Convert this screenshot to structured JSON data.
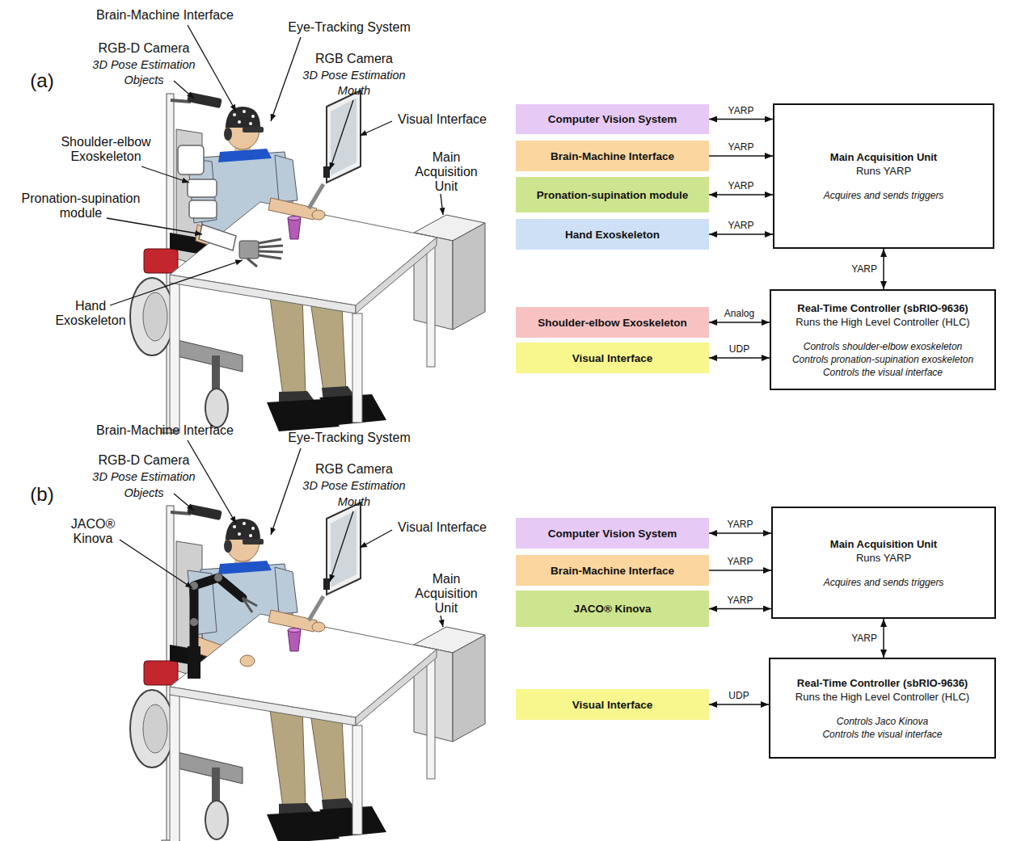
{
  "diagram": {
    "nodes": [
      {
        "text": [
          "Computer Vision System"
        ]
      },
      {
        "text": [
          "Brain-Machine Interface"
        ]
      },
      {
        "text": [
          "Pronation-supination module"
        ]
      },
      {
        "text": [
          "Hand Exoskeleton"
        ]
      },
      {
        "text": [
          "Main Acquisition Unit",
          "Runs YARP",
          "Acquires and sends triggers"
        ]
      },
      {
        "text": [
          "Shoulder-elbow Exoskeleton"
        ]
      },
      {
        "text": [
          "Visual Interface"
        ]
      },
      {
        "text": [
          "Real-Time Controller (sbRIO-9636)",
          "Runs the High Level Controller (HLC)",
          "Controls shoulder-elbow exoskeleton",
          "Controls pronation-supination exoskeleton",
          "Controls the visual interface"
        ]
      },
      {
        "text": [
          "Computer Vision System"
        ]
      },
      {
        "text": [
          "Brain-Machine Interface"
        ]
      },
      {
        "text": [
          "JACO® Kinova"
        ]
      },
      {
        "text": [
          "Main Acquisition Unit",
          "Runs YARP",
          "Acquires and sends triggers"
        ]
      },
      {
        "text": [
          "Visual Interface"
        ]
      },
      {
        "text": [
          "Real-Time Controller (sbRIO-9636)",
          "Runs the High Level Controller (HLC)",
          "Controls Jaco Kinova",
          "Controls the visual interface"
        ]
      }
    ],
    "edges": [
      {
        "from": 0,
        "to": 4,
        "arrow": "both",
        "label": "YARP"
      },
      {
        "from": 1,
        "to": 4,
        "arrow": "to",
        "label": "YARP"
      },
      {
        "from": 2,
        "to": 4,
        "arrow": "both",
        "label": "YARP"
      },
      {
        "from": 3,
        "to": 4,
        "arrow": "both",
        "label": "YARP"
      },
      {
        "from": 4,
        "to": 7,
        "arrow": "both",
        "label": "YARP"
      },
      {
        "from": 5,
        "to": 7,
        "arrow": "both",
        "label": "Analog"
      },
      {
        "from": 6,
        "to": 7,
        "arrow": "both",
        "label": "UDP"
      },
      {
        "from": 8,
        "to": 11,
        "arrow": "both",
        "label": "YARP"
      },
      {
        "from": 9,
        "to": 11,
        "arrow": "to",
        "label": "YARP"
      },
      {
        "from": 10,
        "to": 11,
        "arrow": "both",
        "label": "YARP"
      },
      {
        "from": 11,
        "to": 13,
        "arrow": "both",
        "label": "YARP"
      },
      {
        "from": 12,
        "to": 13,
        "arrow": "both",
        "label": "UDP"
      }
    ],
    "labels": [
      "(a)",
      "Brain-Machine Interface",
      "Eye-Tracking System",
      "RGB-D Camera",
      "3D Pose Estimation",
      "Objects",
      "RGB Camera",
      "3D Pose Estimation",
      "Mouth",
      "Visual Interface",
      "Shoulder-elbow Exoskeleton",
      "Pronation-supination module",
      "Hand Exoskeleton",
      "Main Acquisition Unit",
      "(b)",
      "Brain-Machine Interface",
      "Eye-Tracking System",
      "RGB-D Camera",
      "3D Pose Estimation",
      "Objects",
      "RGB Camera",
      "3D Pose Estimation",
      "Mouth",
      "Visual Interface",
      "JACO® Kinova",
      "Main Acquisition Unit"
    ]
  }
}
